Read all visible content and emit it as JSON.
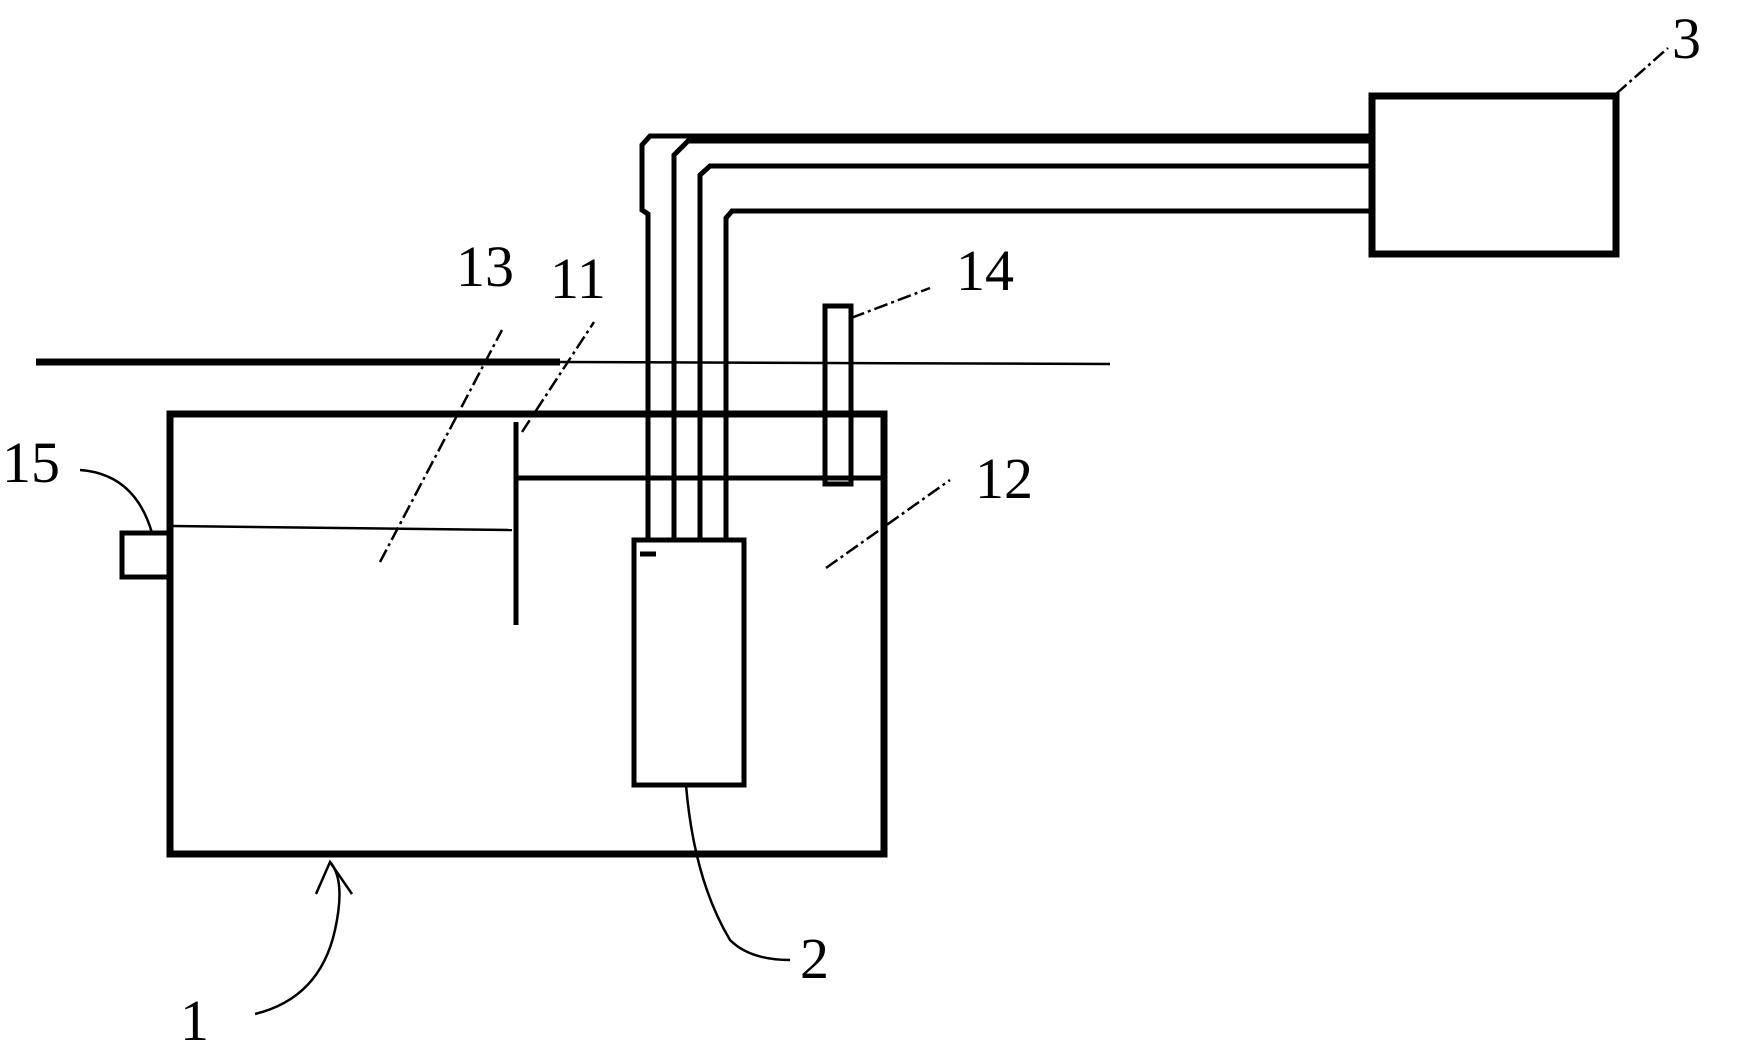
{
  "labels": {
    "container": "1",
    "device": "2",
    "remote_unit": "3",
    "partition": "11",
    "chamber_right": "12",
    "chamber_left": "13",
    "valve": "14",
    "outlet": "15"
  }
}
